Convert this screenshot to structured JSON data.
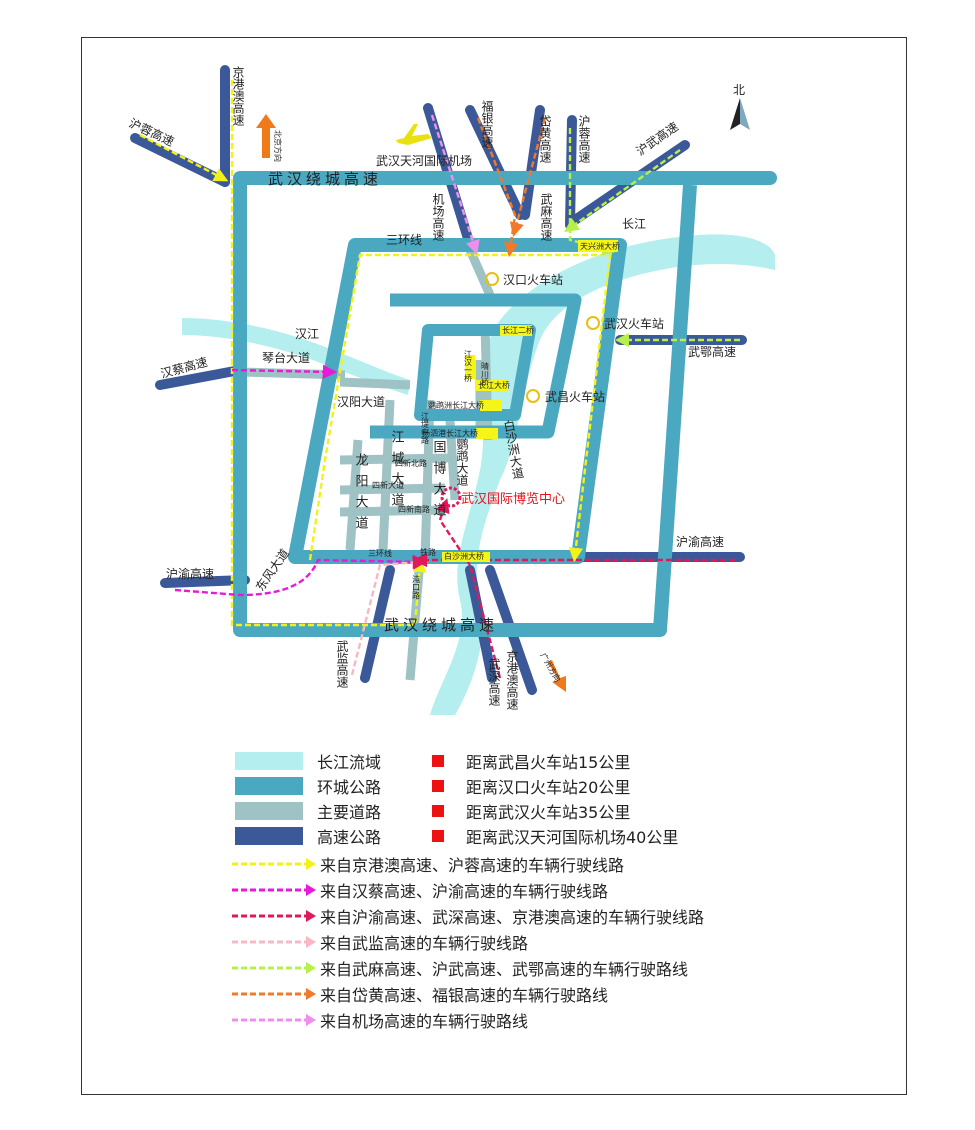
{
  "map": {
    "compass": "北",
    "roads": {
      "jinggangao_top": "京港澳高速",
      "hurong_left": "沪蓉高速",
      "fuyin": "福银高速",
      "daihuang": "岱黄高速",
      "hurong_top": "沪蓉高速",
      "huwu": "沪武高速",
      "airport_express": "机场高速",
      "wuma": "武麻高速",
      "ring_top": "武汉绕城高速",
      "ring_bottom": "武汉绕城高速",
      "sanhuan": "三环线",
      "changjiang": "长江",
      "hanjiang": "汉江",
      "hancai": "汉蔡高速",
      "qintai": "琴台大道",
      "hanyang": "汉阳大道",
      "longyang": "龙阳大道",
      "jiangcheng": "江城大道",
      "guobo": "国博大道",
      "yingwu": "鹦鹉大道",
      "baishazhou_road": "白沙洲大道",
      "wuer": "武鄂高速",
      "huyu_right": "沪渝高速",
      "huyu_left": "沪渝高速",
      "dongfeng": "东风大道",
      "jingangao_bottom": "京港澳高速",
      "wushen": "武深高速",
      "wujian": "武监高速",
      "yekou": "沌口路",
      "sixin_north": "四新北路",
      "sixin_mid": "四新大道",
      "sixin_south": "四新南路",
      "jiangdi": "江堤中路",
      "sancheng": "三环线",
      "tielu": "铁路"
    },
    "bridges": {
      "tianxingzhou": "天兴洲大桥",
      "changjiang2": "长江二桥",
      "jianghan1": "江汉一桥",
      "qingchuan": "晴川桥",
      "changjiang_bridge": "长江大桥",
      "yingwuzhou": "鹦鹉洲长江大桥",
      "yangsigang": "杨泗港长江大桥",
      "baishazhou": "白沙洲大桥"
    },
    "places": {
      "airport": "武汉天河国际机场",
      "hankou_station": "汉口火车站",
      "wuhan_station": "武汉火车站",
      "wuchang_station": "武昌火车站",
      "expo_center": "武汉国际博览中心",
      "beijing_dir": "北京方向",
      "guangzhou_dir": "广州方向"
    }
  },
  "legend": {
    "areas": [
      {
        "label": "长江流域",
        "color": "#b5eeee"
      },
      {
        "label": "环城公路",
        "color": "#4aa8c0"
      },
      {
        "label": "主要道路",
        "color": "#9fc2c4"
      },
      {
        "label": "高速公路",
        "color": "#3b5998"
      }
    ],
    "distances": [
      "距离武昌火车站15公里",
      "距离汉口火车站20公里",
      "距离武汉火车站35公里",
      "距离武汉天河国际机场40公里"
    ],
    "routes": [
      {
        "label": "来自京港澳高速、沪蓉高速的车辆行驶线路",
        "color": "#f2f21a"
      },
      {
        "label": "来自汉蔡高速、沪渝高速的车辆行驶线路",
        "color": "#e81ad8"
      },
      {
        "label": "来自沪渝高速、武深高速、京港澳高速的车辆行驶线路",
        "color": "#e0195a"
      },
      {
        "label": "来自武监高速的车辆行驶线路",
        "color": "#f5b8c4"
      },
      {
        "label": "来自武麻高速、沪武高速、武鄂高速的车辆行驶路线",
        "color": "#b8f04a"
      },
      {
        "label": "来自岱黄高速、福银高速的车辆行驶路线",
        "color": "#f07a2a"
      },
      {
        "label": "来自机场高速的车辆行驶路线",
        "color": "#f08ef0"
      }
    ]
  },
  "colors": {
    "river": "#b5eeee",
    "ring": "#4aa8c0",
    "main_road": "#9fc2c4",
    "highway": "#3b5998",
    "bridge_label_bg": "#f5f51a",
    "orange_arrow": "#f07a1a"
  }
}
